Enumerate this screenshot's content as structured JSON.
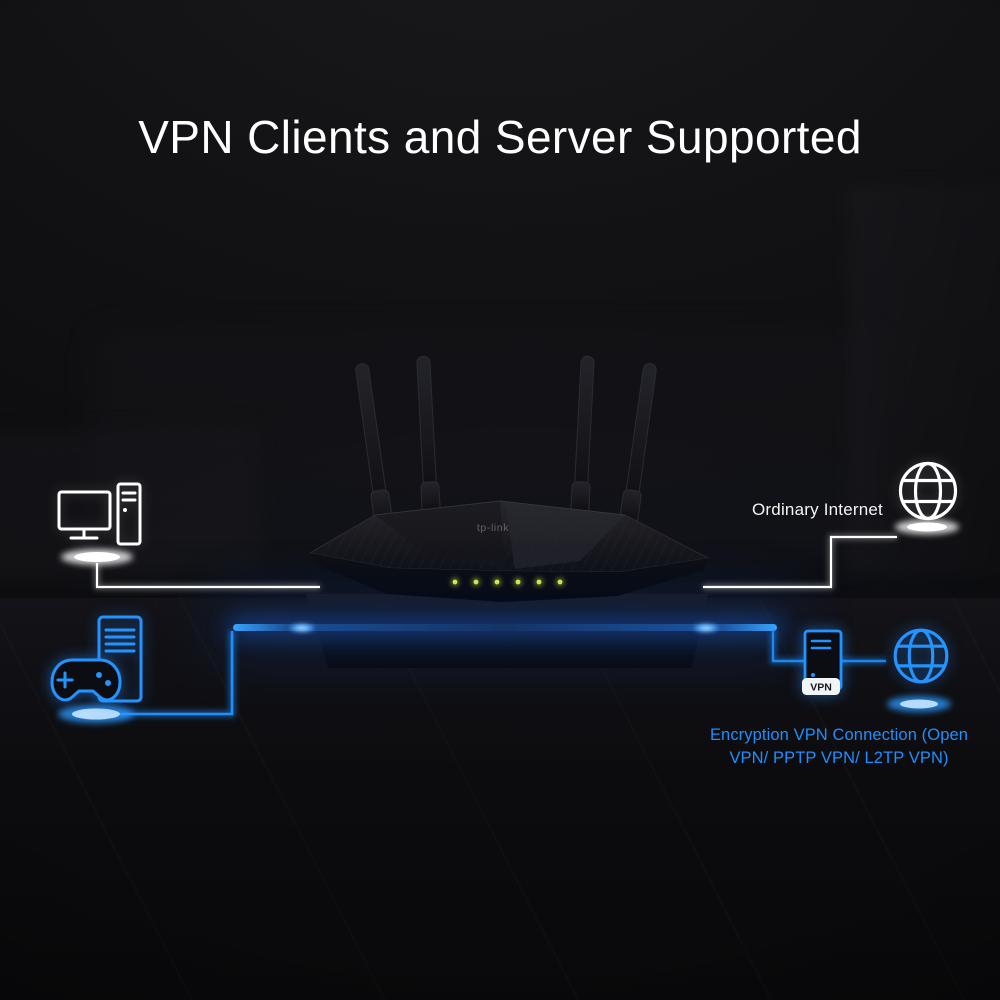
{
  "title": "VPN Clients and Server Supported",
  "router": {
    "brand": "tp-link",
    "antenna_count": 4,
    "led_count": 6
  },
  "right_top": {
    "label": "Ordinary Internet"
  },
  "right_bottom": {
    "badge": "VPN",
    "caption_line1": "Encryption VPN Connection (Open",
    "caption_line2": "VPN/ PPTP VPN/ L2TP VPN)"
  },
  "icons": {
    "left_top": "desktop-computer",
    "left_bottom": "gaming-pc-with-gamepad",
    "right_top": "internet-globe",
    "right_bottom": "vpn-server-and-globe"
  },
  "colors": {
    "background": "#0d0d0f",
    "title_text": "#ffffff",
    "accent_blue": "#1e8fff",
    "caption_blue": "#1f8fff",
    "line_white": "#ffffff",
    "led_green": "#d8f04a",
    "badge_bg": "#f2f5f8",
    "badge_text": "#16181c"
  }
}
